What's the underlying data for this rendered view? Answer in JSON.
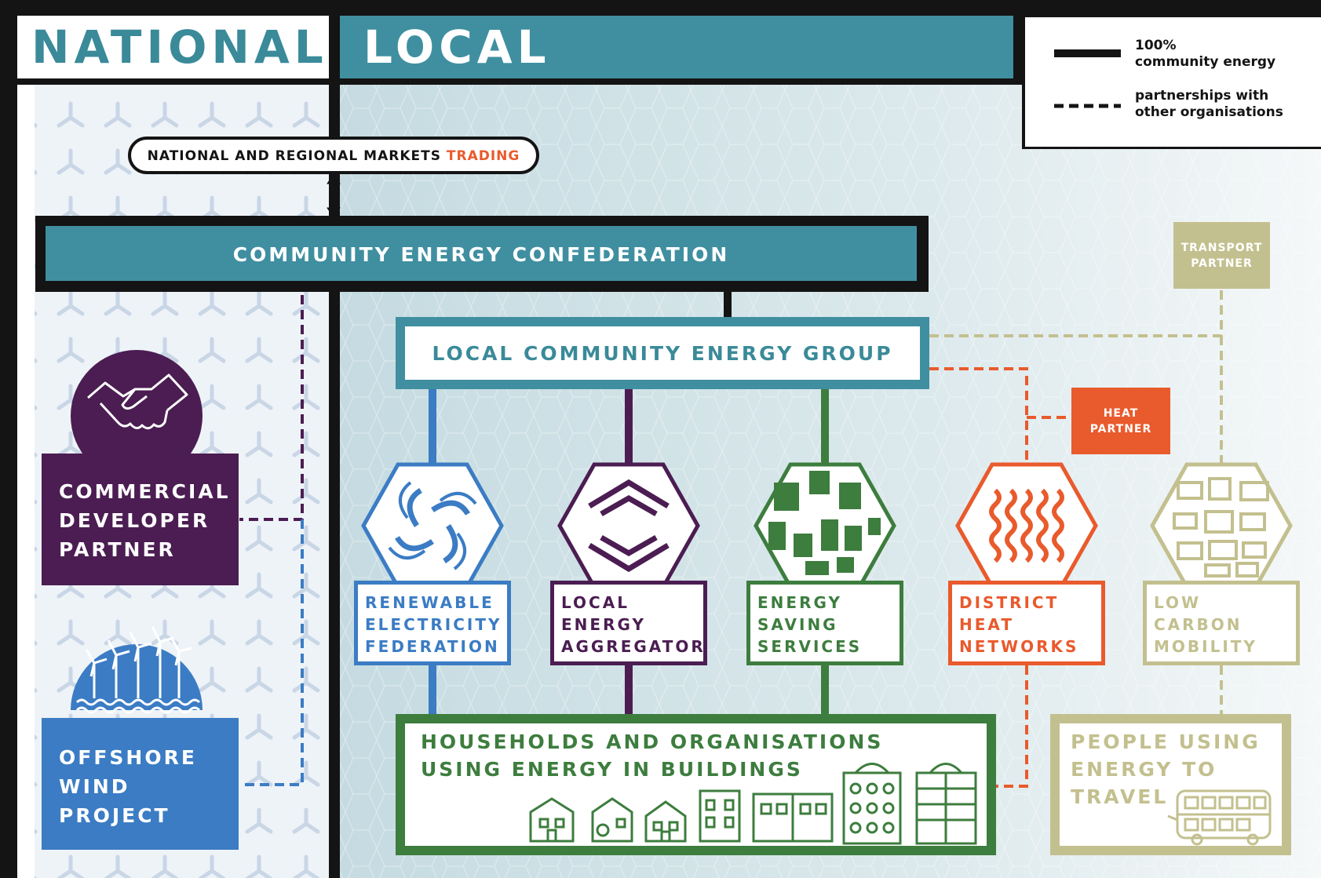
{
  "colors": {
    "teal": "#3f8fa0",
    "dark": "#141414",
    "purple": "#4b1d52",
    "blue": "#3b7cc4",
    "green": "#3d7d3e",
    "orange": "#e95a2c",
    "olive": "#c3c08f",
    "tealText": "#3a8a99"
  },
  "headers": {
    "national": "NATIONAL",
    "local": "LOCAL"
  },
  "legend": {
    "solid_line_1": "100%",
    "solid_line_2": "community energy",
    "dashed_line_1": "partnerships with",
    "dashed_line_2": "other organisations"
  },
  "markets": {
    "label": "NATIONAL AND REGIONAL MARKETS",
    "highlight": "TRADING"
  },
  "confederation": "COMMUNITY ENERGY CONFEDERATION",
  "local_group": "LOCAL COMMUNITY ENERGY GROUP",
  "partners": {
    "transport_1": "TRANSPORT",
    "transport_2": "PARTNER",
    "heat_1": "HEAT",
    "heat_2": "PARTNER"
  },
  "commercial": [
    "COMMERCIAL",
    "DEVELOPER",
    "PARTNER"
  ],
  "offshore": [
    "OFFSHORE",
    "WIND",
    "PROJECT"
  ],
  "services": [
    {
      "icon": "swirl-icon",
      "lines": [
        "RENEWABLE",
        "ELECTRICITY",
        "FEDERATION"
      ]
    },
    {
      "icon": "chevrons-icon",
      "lines": [
        "LOCAL",
        "ENERGY",
        "AGGREGATOR"
      ]
    },
    {
      "icon": "buildings-icon",
      "lines": [
        "ENERGY",
        "SAVING",
        "SERVICES"
      ]
    },
    {
      "icon": "heat-waves-icon",
      "lines": [
        "DISTRICT",
        "HEAT",
        "NETWORKS"
      ]
    },
    {
      "icon": "vehicles-icon",
      "lines": [
        "LOW",
        "CARBON",
        "MOBILITY"
      ]
    }
  ],
  "households": [
    "HOUSEHOLDS AND ORGANISATIONS",
    "USING ENERGY IN BUILDINGS"
  ],
  "people": [
    "PEOPLE USING",
    "ENERGY TO",
    "TRAVEL"
  ],
  "icons": {
    "handshake": "handshake-icon",
    "wind": "wind-turbines-icon",
    "houses": "houses-icon",
    "bus": "bus-icon"
  }
}
